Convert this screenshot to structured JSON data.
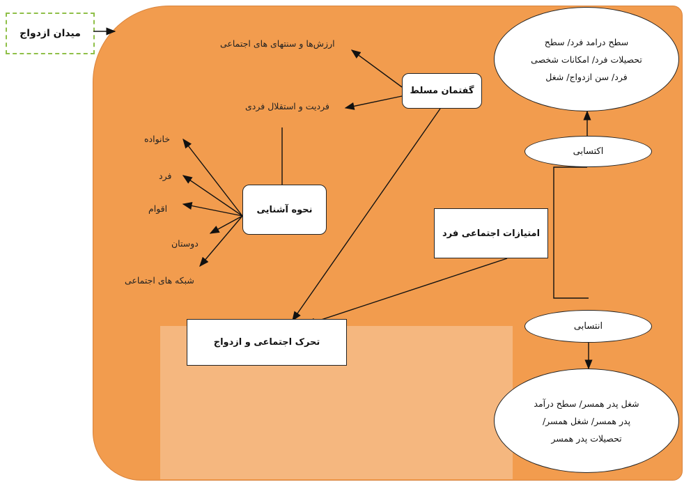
{
  "field": {
    "label": "میدان ازدواج"
  },
  "center": {
    "discourse": "گفتمان مسلط",
    "acquaintance": "نحوه آشنایی",
    "privileges": "امتیازات اجتماعی فرد",
    "mobility": "تحرک اجتماعی و ازدواج"
  },
  "discourse_outputs": {
    "values": "ارزش‌ها و سنتهای های اجتماعی",
    "individuality": "فردیت و استقلال فردی"
  },
  "acquaintance_types": [
    "خانواده",
    "فرد",
    "اقوام",
    "دوستان",
    "شبکه های اجتماعی"
  ],
  "acquired": {
    "label": "اکتسابی",
    "details": [
      "سطح درامد فرد/ سطح",
      "تحصیلات فرد/ امکانات شخصی",
      "فرد/ سن ازدواج/ شغل"
    ]
  },
  "ascribed": {
    "label": "انتسابی",
    "details": [
      "شغل پدر همسر/ سطح درآمد",
      "پدر همسر/ شغل همسر/",
      "تحصیلات پدر همسر"
    ]
  }
}
